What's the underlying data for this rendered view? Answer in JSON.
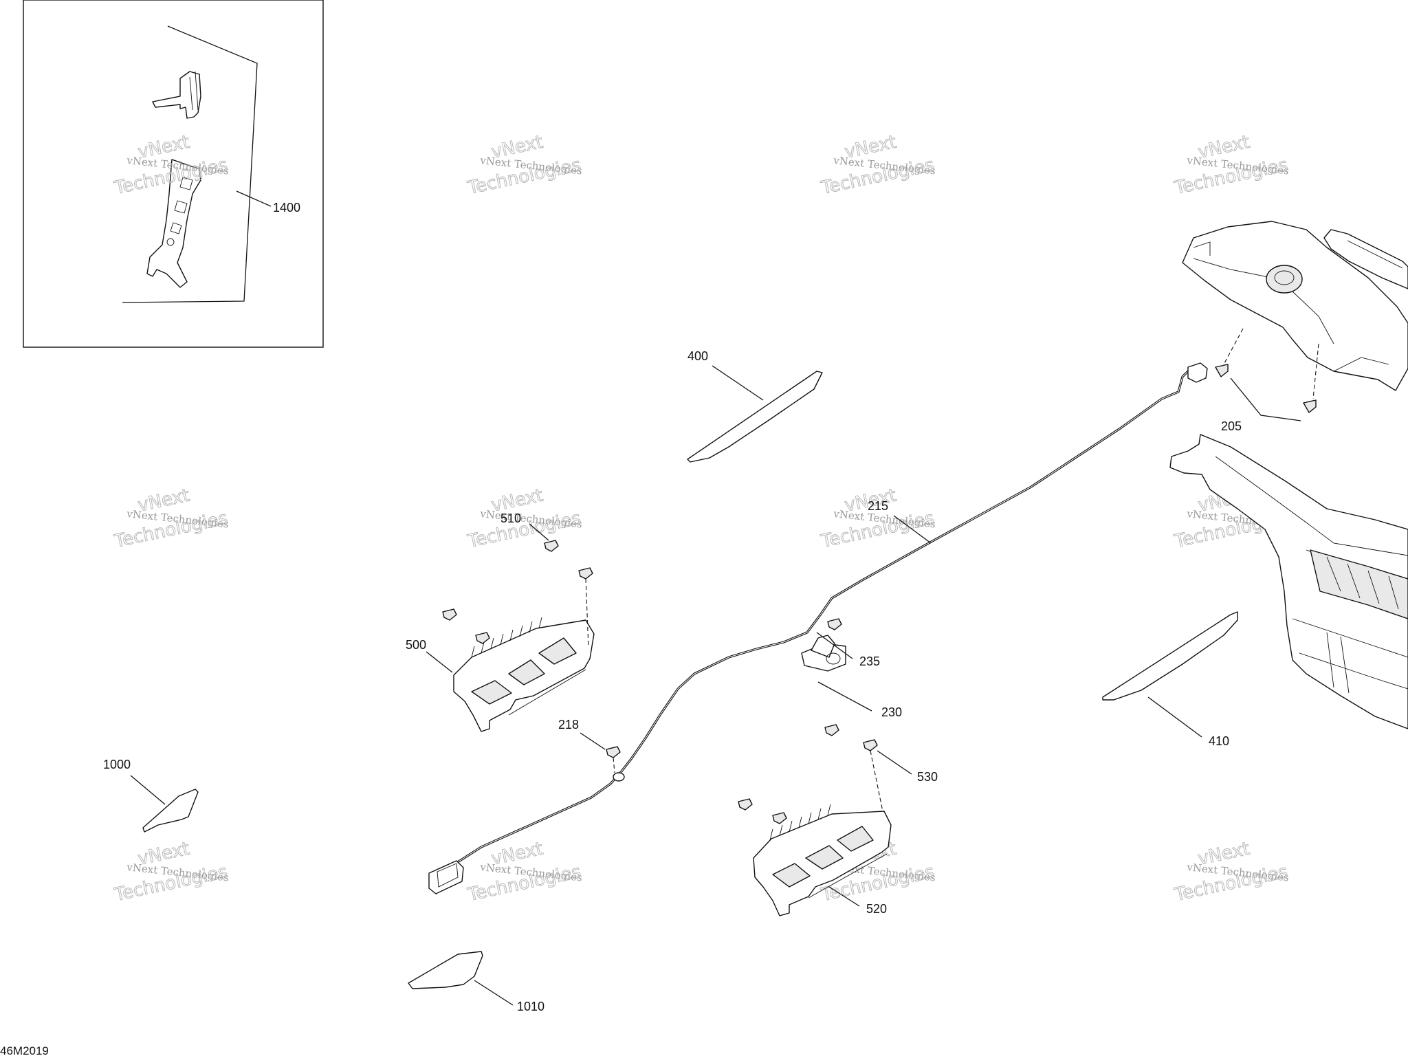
{
  "diagram": {
    "callouts": {
      "c1400": "1400",
      "c400": "400",
      "c205": "205",
      "c215": "215",
      "c510": "510",
      "c500": "500",
      "c235": "235",
      "c230": "230",
      "c218": "218",
      "c410": "410",
      "c1000": "1000",
      "c530": "530",
      "c520": "520",
      "c1010": "1010"
    },
    "figure_code": "46M2019",
    "watermark": {
      "line1": "vNext Technologies",
      "line2": "Technologies",
      "line0": "vNext"
    }
  }
}
